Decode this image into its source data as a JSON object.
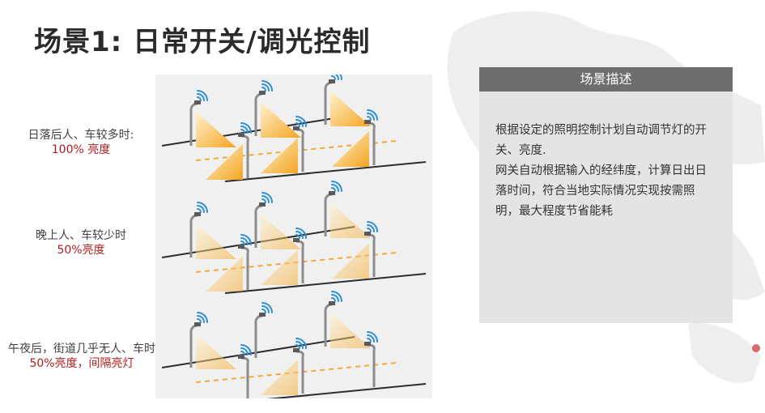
{
  "slide": {
    "title": "场景1: 日常开关/调光控制"
  },
  "scenes": [
    {
      "desc": "日落后人、车较多时:",
      "brightness": "100% 亮度",
      "fill_opacity": 1.0
    },
    {
      "desc": "晚上人、车较少时",
      "brightness": "50%亮度",
      "fill_opacity": 0.5
    },
    {
      "desc": "午夜后，街道几乎无人、车时",
      "brightness": "50%亮度，间隔亮灯",
      "fill_opacity": 0.5
    }
  ],
  "panel": {
    "header": "场景描述",
    "para1": "根据设定的照明控制计划自动调节灯的开关、亮度.",
    "para2": "网关自动根据输入的经纬度，计算日出日落时间，符合当地实际情况实现按需照明，最大程度节省能耗"
  },
  "colors": {
    "light_beam": "#f4a422",
    "light_beam_top": "#fff3cf",
    "dashed_line": "#f2a93b",
    "wifi": "#2f8fd8",
    "pole": "#8c8c8c",
    "road": "#2c2c2c",
    "accent_text": "#b01c1c",
    "panel_header": "#6e6e6e",
    "panel_bg": "#e4e4e4"
  },
  "icons": [
    "wifi-signal-icon",
    "street-lamp-icon"
  ]
}
